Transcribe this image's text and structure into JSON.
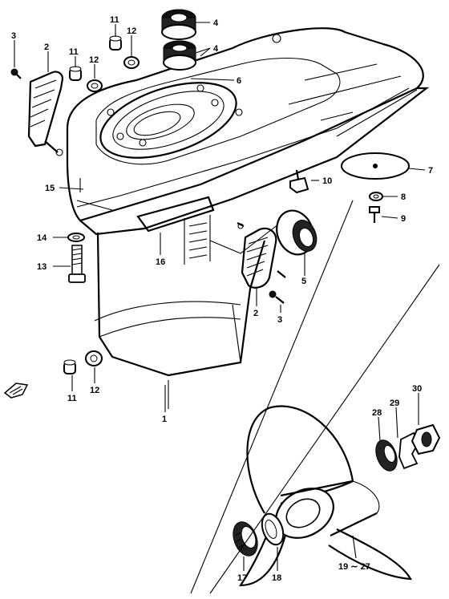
{
  "diagram": {
    "callouts": [
      {
        "id": "c3a",
        "text": "3"
      },
      {
        "id": "c2a",
        "text": "2"
      },
      {
        "id": "c11a",
        "text": "11"
      },
      {
        "id": "c12a",
        "text": "12"
      },
      {
        "id": "c11b",
        "text": "11"
      },
      {
        "id": "c12b",
        "text": "12"
      },
      {
        "id": "c4a",
        "text": "4"
      },
      {
        "id": "c4b",
        "text": "4"
      },
      {
        "id": "c6",
        "text": "6"
      },
      {
        "id": "c7",
        "text": "7"
      },
      {
        "id": "c15",
        "text": "15"
      },
      {
        "id": "c10",
        "text": "10"
      },
      {
        "id": "c8",
        "text": "8"
      },
      {
        "id": "c9",
        "text": "9"
      },
      {
        "id": "c14",
        "text": "14"
      },
      {
        "id": "c13",
        "text": "13"
      },
      {
        "id": "c16",
        "text": "16"
      },
      {
        "id": "c5",
        "text": "5"
      },
      {
        "id": "c2b",
        "text": "2"
      },
      {
        "id": "c3b",
        "text": "3"
      },
      {
        "id": "c11c",
        "text": "11"
      },
      {
        "id": "c12c",
        "text": "12"
      },
      {
        "id": "c1",
        "text": "1"
      },
      {
        "id": "c30",
        "text": "30"
      },
      {
        "id": "c29",
        "text": "29"
      },
      {
        "id": "c28",
        "text": "28"
      },
      {
        "id": "c17",
        "text": "17"
      },
      {
        "id": "c18",
        "text": "18"
      },
      {
        "id": "c19",
        "text": "19 ∼ 27"
      }
    ],
    "front_marker_icon": "front-direction-arrow-icon"
  }
}
